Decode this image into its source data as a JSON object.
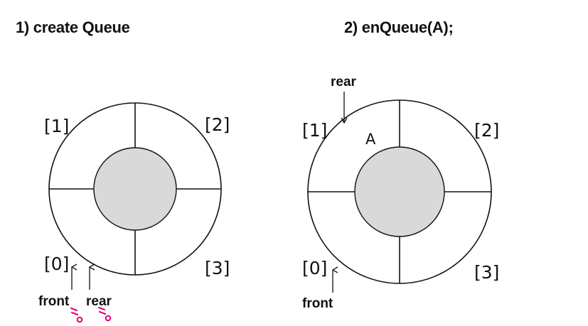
{
  "left": {
    "title": "1) create Queue",
    "index_labels": [
      "[0]",
      "[1]",
      "[2]",
      "[3]"
    ],
    "front_label": "front",
    "rear_label": "rear",
    "annotation": "=0"
  },
  "right": {
    "title": "2) enQueue(A);",
    "index_labels": [
      "[0]",
      "[1]",
      "[2]",
      "[3]"
    ],
    "front_label": "front",
    "rear_label": "rear",
    "element": "A"
  },
  "colors": {
    "outline": "#111111",
    "hub_fill": "#d9d9d9",
    "annotation": "#e0007a"
  }
}
